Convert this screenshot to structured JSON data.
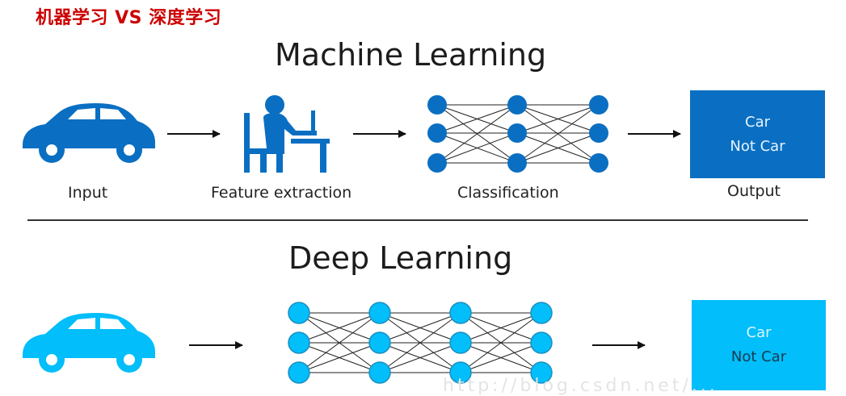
{
  "heading": "机器学习 VS 深度学习",
  "machine_learning": {
    "title": "Machine Learning",
    "labels": {
      "input": "Input",
      "feature": "Feature extraction",
      "classification": "Classification",
      "output": "Output"
    },
    "output_box": {
      "line1": "Car",
      "line2": "Not Car"
    }
  },
  "deep_learning": {
    "title": "Deep Learning",
    "output_box": {
      "line1": "Car",
      "line2": "Not Car"
    }
  },
  "colors": {
    "ml_blue": "#0a6fc2",
    "dl_blue": "#02befa",
    "heading_red": "#cc0000"
  },
  "watermark": "http://blog.csdn.net/..."
}
